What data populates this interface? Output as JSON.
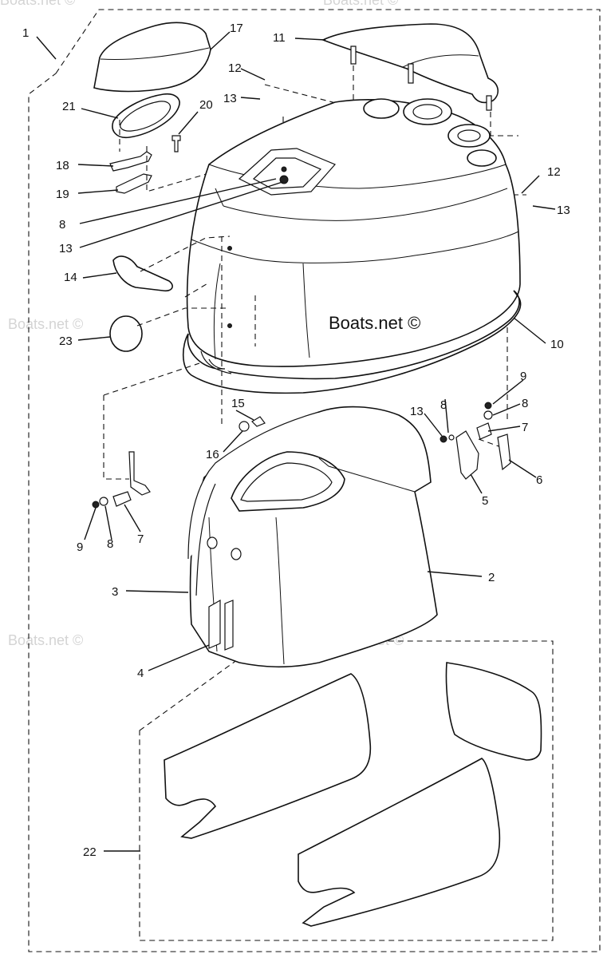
{
  "watermark": {
    "main": "Boats.net ©",
    "faint": [
      "Boats.net ©",
      "Boats.net ©",
      "Boats.net ©",
      "Boats.net ©",
      "Boats.net ©"
    ]
  },
  "callouts": {
    "n1": "1",
    "n2": "2",
    "n3": "3",
    "n4": "4",
    "n5": "5",
    "n6": "6",
    "n7a": "7",
    "n7b": "7",
    "n8a": "8",
    "n8b": "8",
    "n8c": "8",
    "n8d": "8",
    "n9a": "9",
    "n9b": "9",
    "n10": "10",
    "n11": "11",
    "n12a": "12",
    "n12b": "12",
    "n13a": "13",
    "n13b": "13",
    "n13c": "13",
    "n13d": "13",
    "n14": "14",
    "n15": "15",
    "n16": "16",
    "n17": "17",
    "n18": "18",
    "n19": "19",
    "n20": "20",
    "n21": "21",
    "n22": "22",
    "n23": "23"
  }
}
